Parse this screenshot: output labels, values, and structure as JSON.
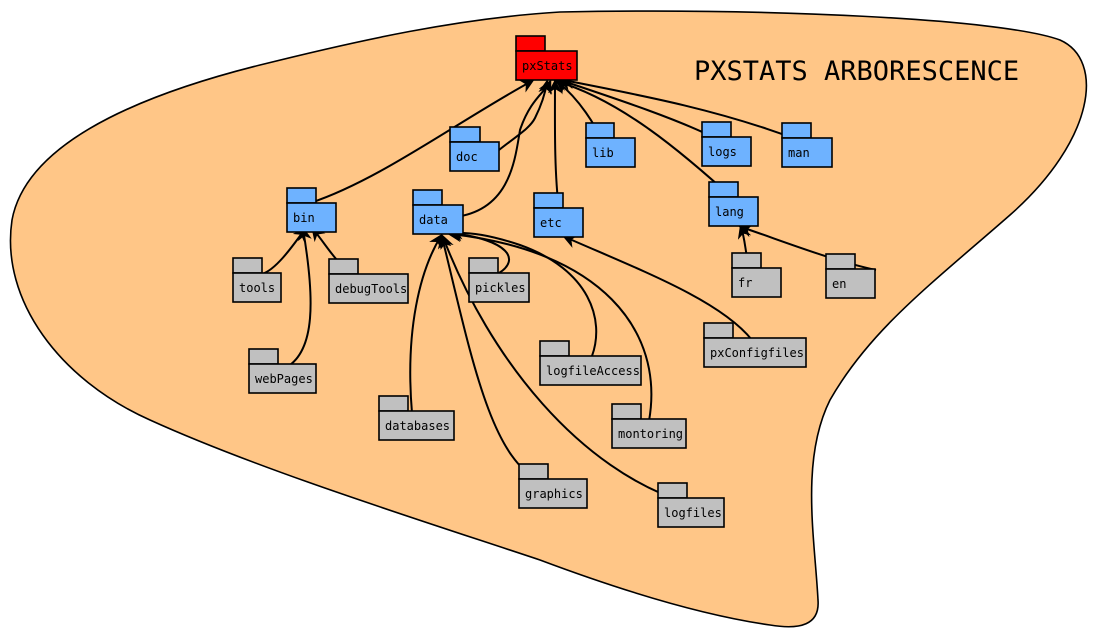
{
  "title": "PXSTATS ARBORESCENCE",
  "colors": {
    "blob": "#FFC687",
    "root_folder": "#FF0000",
    "first_level_folder": "#6EB2FF",
    "second_level_folder": "#C0C0C0",
    "edge": "#000000"
  },
  "root": "pxStats",
  "folders": [
    {
      "id": "pxStats",
      "label": "pxStats",
      "level": "root"
    },
    {
      "id": "doc",
      "label": "doc",
      "level": "first",
      "parent": "pxStats"
    },
    {
      "id": "lib",
      "label": "lib",
      "level": "first",
      "parent": "pxStats"
    },
    {
      "id": "logs",
      "label": "logs",
      "level": "first",
      "parent": "pxStats"
    },
    {
      "id": "man",
      "label": "man",
      "level": "first",
      "parent": "pxStats"
    },
    {
      "id": "bin",
      "label": "bin",
      "level": "first",
      "parent": "pxStats"
    },
    {
      "id": "data",
      "label": "data",
      "level": "first",
      "parent": "pxStats"
    },
    {
      "id": "etc",
      "label": "etc",
      "level": "first",
      "parent": "pxStats"
    },
    {
      "id": "lang",
      "label": "lang",
      "level": "first",
      "parent": "pxStats"
    },
    {
      "id": "tools",
      "label": "tools",
      "level": "second",
      "parent": "bin"
    },
    {
      "id": "debugTools",
      "label": "debugTools",
      "level": "second",
      "parent": "bin"
    },
    {
      "id": "webPages",
      "label": "webPages",
      "level": "second",
      "parent": "bin"
    },
    {
      "id": "pickles",
      "label": "pickles",
      "level": "second",
      "parent": "data"
    },
    {
      "id": "logfileAccess",
      "label": "logfileAccess",
      "level": "second",
      "parent": "data"
    },
    {
      "id": "databases",
      "label": "databases",
      "level": "second",
      "parent": "data"
    },
    {
      "id": "montoring",
      "label": "montoring",
      "level": "second",
      "parent": "data"
    },
    {
      "id": "graphics",
      "label": "graphics",
      "level": "second",
      "parent": "data"
    },
    {
      "id": "logfiles",
      "label": "logfiles",
      "level": "second",
      "parent": "data"
    },
    {
      "id": "pxConfigfiles",
      "label": "pxConfigfiles",
      "level": "second",
      "parent": "etc"
    },
    {
      "id": "fr",
      "label": "fr",
      "level": "second",
      "parent": "lang"
    },
    {
      "id": "en",
      "label": "en",
      "level": "second",
      "parent": "lang"
    }
  ]
}
